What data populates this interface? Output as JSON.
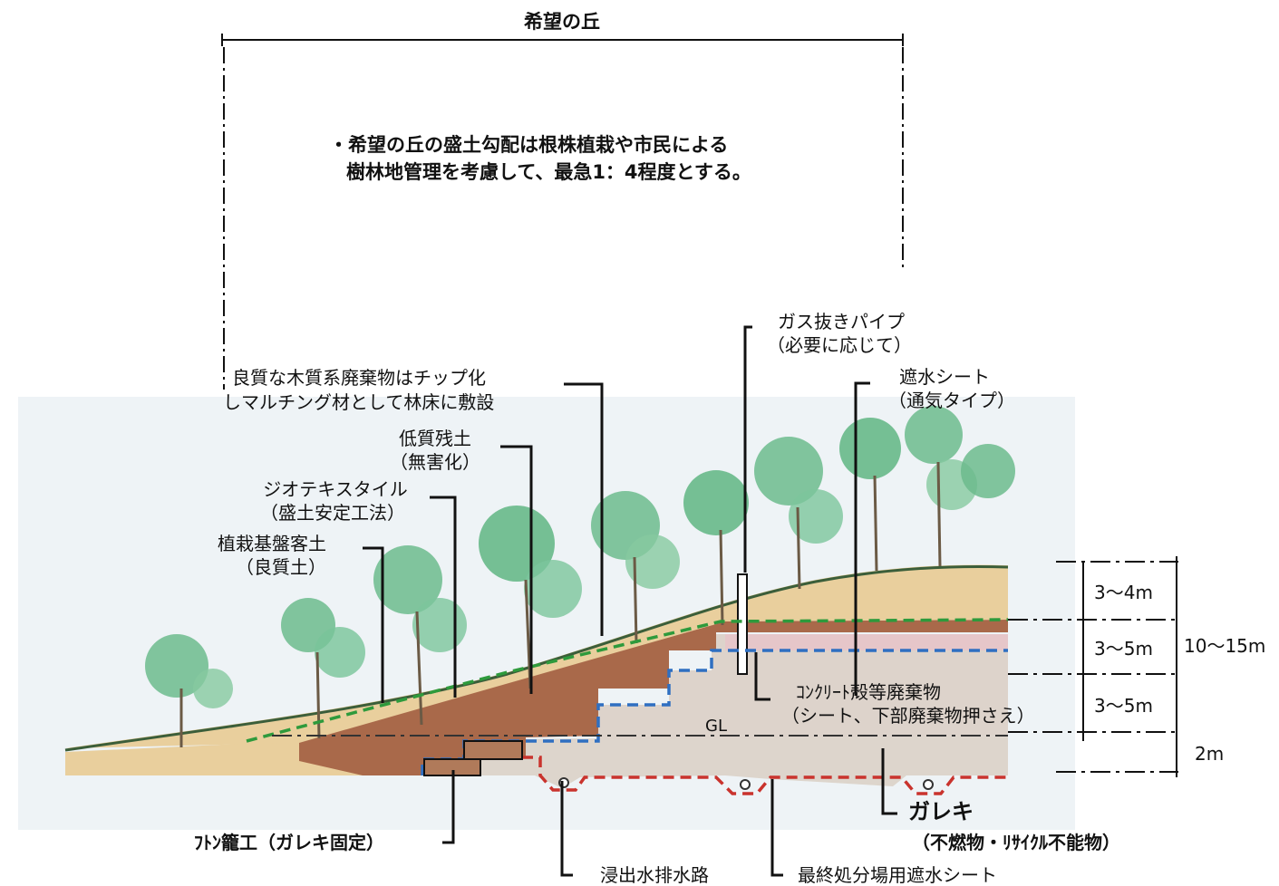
{
  "title": "希望の丘",
  "note": {
    "line1": "・希望の丘の盛土勾配は根株植栽や市民による",
    "line2": "樹林地管理を考慮して、最急1：4程度とする。"
  },
  "labels": {
    "mulch": {
      "line1": "良質な木質系廃棄物はチップ化",
      "line2": "しマルチング材として林床に敷設"
    },
    "low_soil": {
      "line1": "低質残土",
      "line2": "（無害化）"
    },
    "geotextile": {
      "line1": "ジオテキスタイル",
      "line2": "（盛土安定工法）"
    },
    "planting_soil": {
      "line1": "植栽基盤客土",
      "line2": "（良質土）"
    },
    "gas_pipe": {
      "line1": "ガス抜きパイプ",
      "line2": "（必要に応じて）"
    },
    "water_sheet": {
      "line1": "遮水シート",
      "line2": "（通気タイプ）"
    },
    "concrete": {
      "line1": "ｺﾝｸﾘｰﾄ殻等廃棄物",
      "line2": "（シート、下部廃棄物押さえ）"
    },
    "gl": "GL",
    "rubble": {
      "line1": "ガレキ",
      "line2": "（不燃物・ﾘｻｲｸﾙ不能物）"
    },
    "gabion": "ﾌﾄﾝ籠工（ガレキ固定）",
    "drain": "浸出水排水路",
    "final_sheet": "最終処分場用遮水シート"
  },
  "dimensions": {
    "d1": "3～4m",
    "d2": "3～5m",
    "d3": "3～5m",
    "d4": "2m",
    "total": "10～15m"
  },
  "colors": {
    "background_panel": "#eef3f6",
    "sand": "#e9cf9d",
    "brown": "#a9694a",
    "concrete": "#ddd3cb",
    "rubble": "#ddd5cc",
    "green_dash": "#2e9a3c",
    "blue_dash": "#2f6fc1",
    "red_dash": "#c9332d"
  }
}
